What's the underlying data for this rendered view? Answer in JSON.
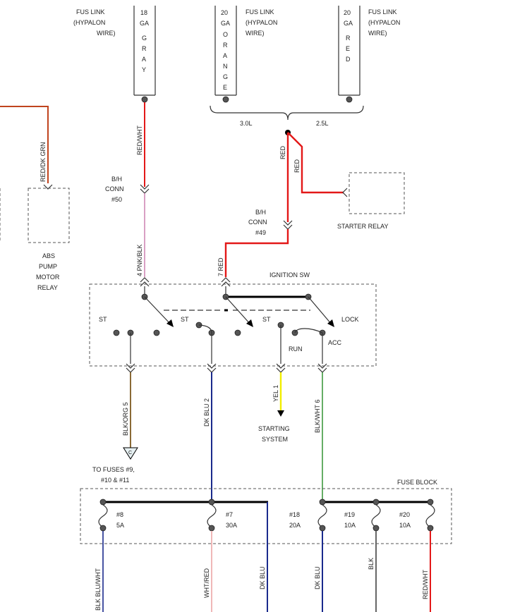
{
  "fuse_links": [
    {
      "title_lines": [
        "FUS LINK",
        "(HYPALON",
        "WIRE)"
      ],
      "gauge": "18",
      "ga": "GA",
      "color_letters": [
        "G",
        "R",
        "A",
        "Y"
      ]
    },
    {
      "title_lines": [
        "FUS LINK",
        "(HYPALON",
        "WIRE)"
      ],
      "gauge": "20",
      "ga": "GA",
      "color_letters": [
        "O",
        "R",
        "A",
        "N",
        "G",
        "E"
      ]
    },
    {
      "title_lines": [
        "FUS LINK",
        "(HYPALON",
        "WIRE)"
      ],
      "gauge": "20",
      "ga": "GA",
      "color_letters": [
        "R",
        "E",
        "D"
      ]
    }
  ],
  "engine_options": {
    "left": "3.0L",
    "right": "2.5L"
  },
  "connectors": {
    "bh50": [
      "B/H",
      "CONN",
      "#50"
    ],
    "bh49": [
      "B/H",
      "CONN",
      "#49"
    ]
  },
  "abs_relay": [
    "ABS",
    "PUMP",
    "MOTOR",
    "RELAY"
  ],
  "starter_relay": "STARTER RELAY",
  "ignition": {
    "title": "IGNITION SW",
    "st1": "ST",
    "st2": "ST",
    "st3": "ST",
    "lock": "LOCK",
    "run": "RUN",
    "acc": "ACC"
  },
  "wire_labels": {
    "red_dk_grn": "RED/DK GRN",
    "red_wht_top": "RED/WHT",
    "red_a": "RED",
    "red_b": "RED",
    "pnk_blk": "4 PNK/BLK",
    "red7": "7 RED",
    "blk_org": "BLK/ORG 5",
    "dk_blu2": "DK BLU 2",
    "yel1": "YEL 1",
    "blk_wht6": "BLK/WHT 6",
    "blk_blu_wht": "BLK BLU/WHT",
    "wht_red": "WHT/RED",
    "dk_blu_a": "DK BLU",
    "dk_blu_b": "DK BLU",
    "blk": "BLK",
    "red_wht_bot": "RED/WHT"
  },
  "starting_system": [
    "STARTING",
    "SYSTEM"
  ],
  "to_fuses": [
    "TO FUSES #9,",
    "#10 & #11"
  ],
  "connector_c": "C",
  "fuse_block": {
    "title": "FUSE BLOCK",
    "fuses": [
      {
        "num": "#8",
        "amp": "5A"
      },
      {
        "num": "#7",
        "amp": "30A"
      },
      {
        "num": "#18",
        "amp": "20A"
      },
      {
        "num": "#19",
        "amp": "10A"
      },
      {
        "num": "#20",
        "amp": "10A"
      }
    ]
  },
  "colors": {
    "red": "#e31818",
    "brown_red": "#c0441e",
    "pink": "#d9a0c4",
    "brown": "#8a6a35",
    "dark_blue": "#1a2a8c",
    "yellow": "#f2ee00",
    "green": "#3f9a3f",
    "light_pink": "#f0b8b8",
    "gray": "#666666"
  }
}
